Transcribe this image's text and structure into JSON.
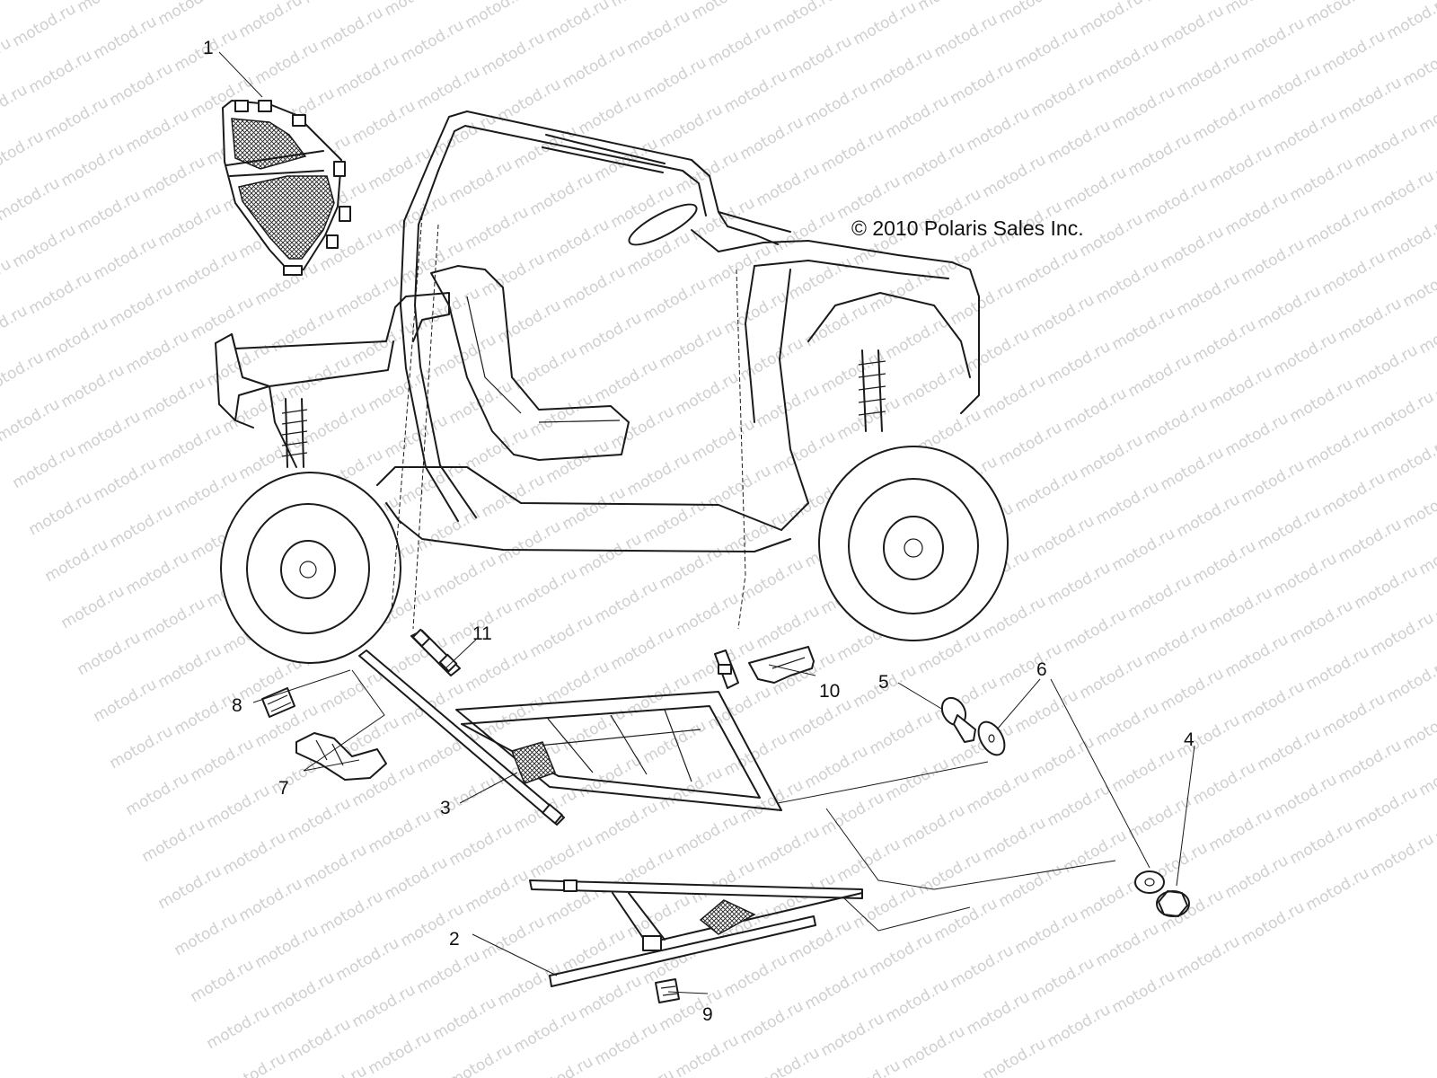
{
  "copyright": "© 2010 Polaris Sales Inc.",
  "watermark": "motod.ru",
  "callouts": [
    {
      "id": "1",
      "label": "1"
    },
    {
      "id": "2",
      "label": "2"
    },
    {
      "id": "3",
      "label": "3"
    },
    {
      "id": "4",
      "label": "4"
    },
    {
      "id": "5",
      "label": "5"
    },
    {
      "id": "6",
      "label": "6"
    },
    {
      "id": "7",
      "label": "7"
    },
    {
      "id": "8",
      "label": "8"
    },
    {
      "id": "9",
      "label": "9"
    },
    {
      "id": "10",
      "label": "10"
    },
    {
      "id": "11",
      "label": "11"
    }
  ],
  "colors": {
    "line": "#1a1a1a",
    "watermark": "#cfcfcf",
    "background": "#ffffff"
  }
}
